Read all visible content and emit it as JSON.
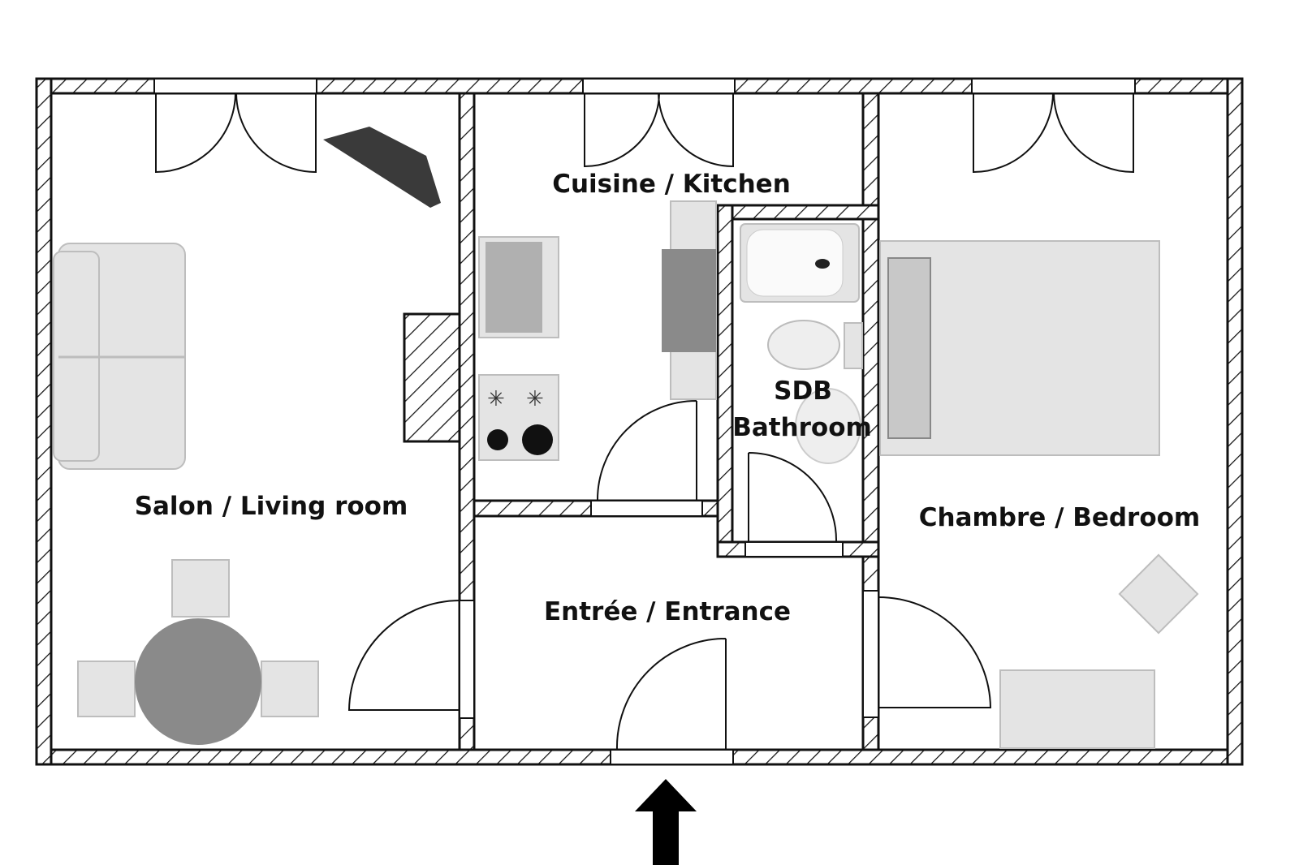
{
  "rooms": {
    "living": "Salon / Living room",
    "kitchen": "Cuisine / Kitchen",
    "bathroom_line1": "SDB",
    "bathroom_line2": "Bathroom",
    "bedroom": "Chambre / Bedroom",
    "entrance": "Entrée / Entrance"
  },
  "colors": {
    "wall": "#111111",
    "furniture": "#e4e4e4",
    "dark": "#8a8a8a"
  }
}
